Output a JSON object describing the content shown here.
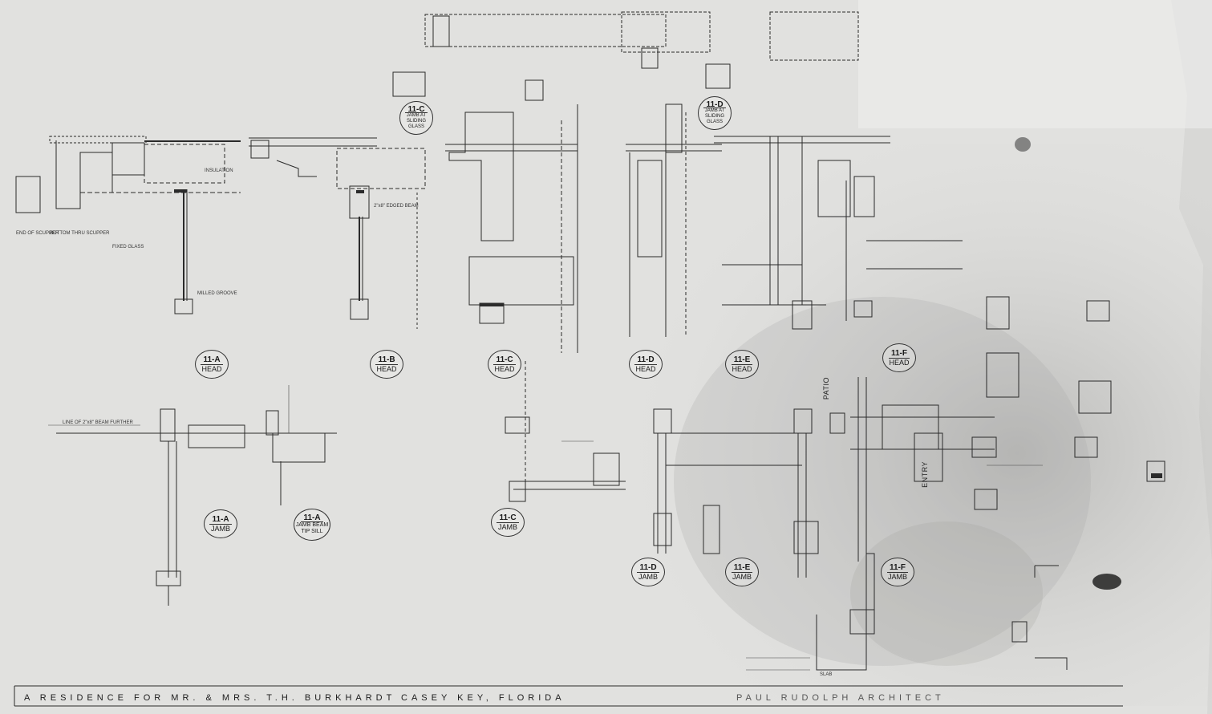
{
  "sheet": {
    "title_block": {
      "residence": "A RESIDENCE FOR MR. & MRS. T.H. BURKHARDT",
      "location": "CASEY KEY, FLORIDA",
      "architect": "PAUL RUDOLPH ARCHITECT"
    },
    "details": [
      {
        "no": "11-A",
        "name": "HEAD"
      },
      {
        "no": "11-B",
        "name": "HEAD"
      },
      {
        "no": "11-C",
        "name": "HEAD"
      },
      {
        "no": "11-D",
        "name": "HEAD"
      },
      {
        "no": "11-E",
        "name": "HEAD"
      },
      {
        "no": "11-F",
        "name": "HEAD"
      },
      {
        "no": "11-A",
        "name": "JAMB"
      },
      {
        "no": "11-A",
        "name": "JAMB BEAM TIP SILL"
      },
      {
        "no": "11-C",
        "name": "JAMB"
      },
      {
        "no": "11-D",
        "name": "JAMB"
      },
      {
        "no": "11-E",
        "name": "JAMB"
      },
      {
        "no": "11-F",
        "name": "JAMB"
      },
      {
        "no": "11-C",
        "name": "JAMB AT SLIDING GLASS"
      },
      {
        "no": "11-D",
        "name": "JAMB AT SLIDING GLASS"
      }
    ],
    "side_labels": [
      "PATIO",
      "ENTRY"
    ],
    "notes": [
      "END OF SCUPPER",
      "BOTTOM THRU SCUPPER",
      "SLAB",
      "FIXED GLASS",
      "INSULATION",
      "2\"x8\" EDGED BEAM",
      "MILLED GROOVE",
      "LINE OF 2\"x8\" BEAM FURTHER"
    ]
  }
}
